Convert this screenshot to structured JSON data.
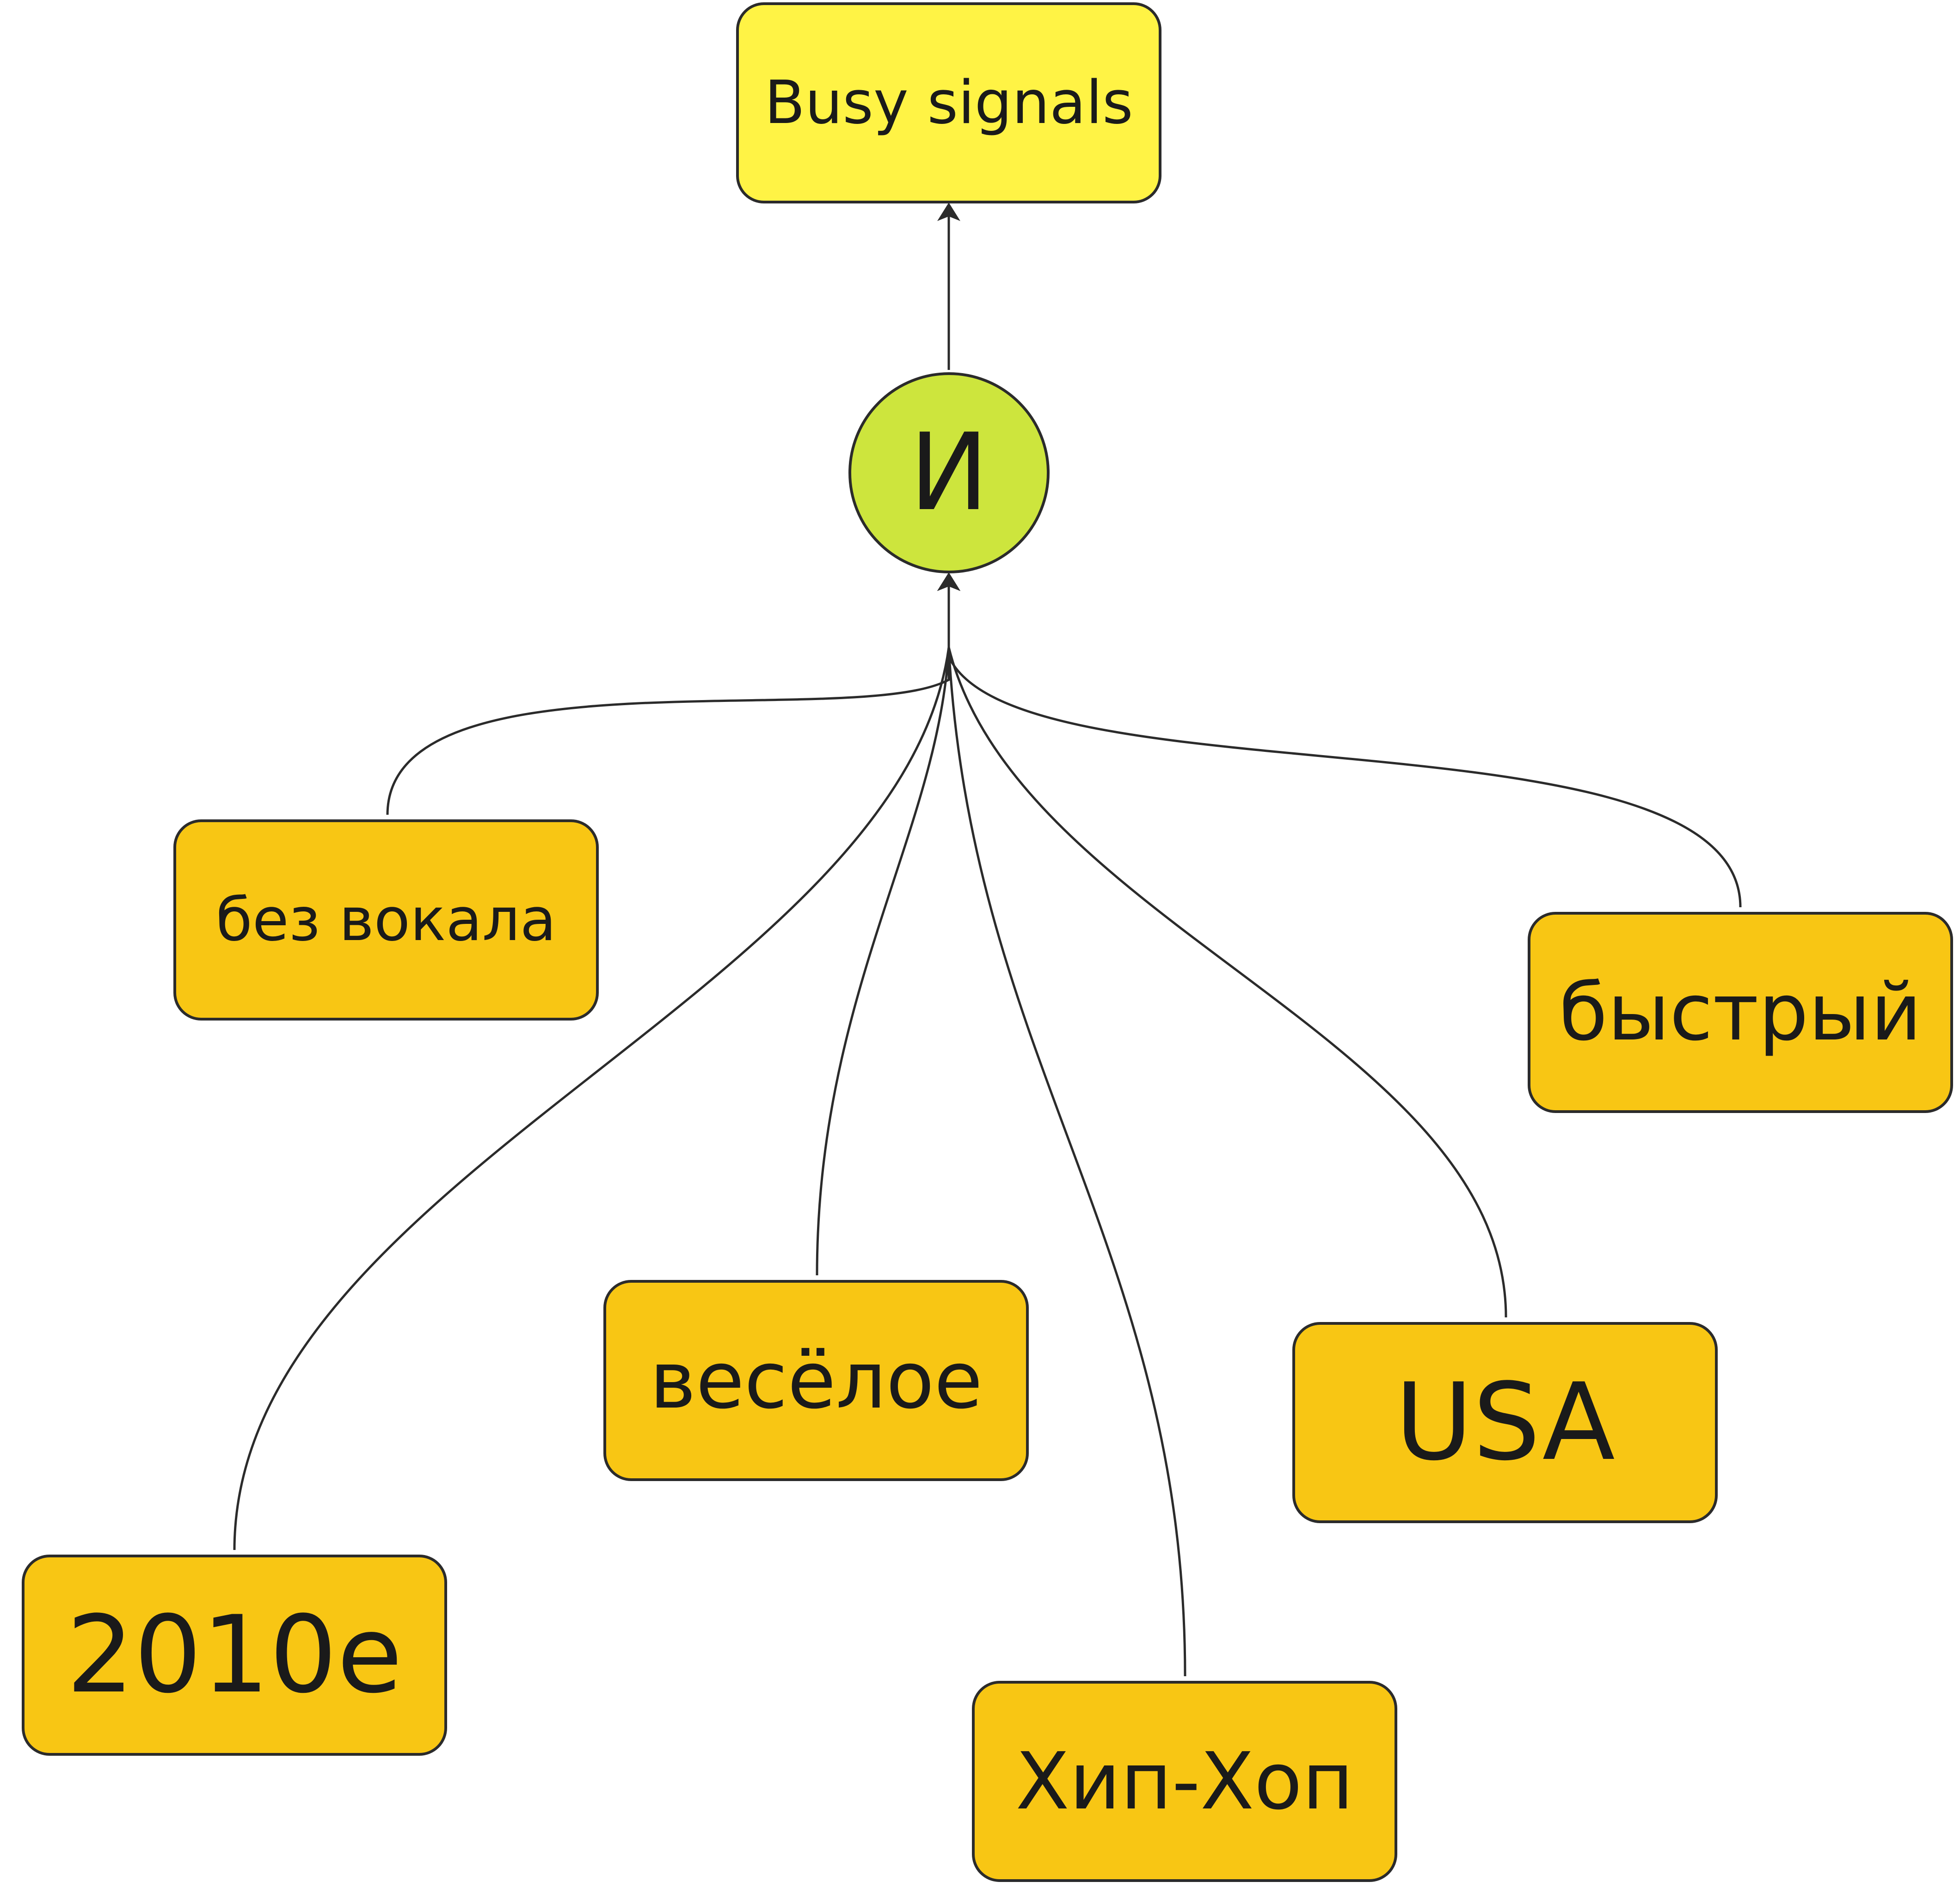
{
  "colors": {
    "goal": "#FFF345",
    "operator": "#CDE53D",
    "criterion": "#F8C614",
    "stroke": "#2b2b2b",
    "text": "#1a1a1a"
  },
  "goal": {
    "label": "Busy signals"
  },
  "operator": {
    "label": "И"
  },
  "criteria": [
    {
      "id": "no-vocals",
      "label": "без вокала"
    },
    {
      "id": "2010s",
      "label": "2010е"
    },
    {
      "id": "cheerful",
      "label": "весёлое"
    },
    {
      "id": "hip-hop",
      "label": "Хип-Хоп"
    },
    {
      "id": "usa",
      "label": "USA"
    },
    {
      "id": "fast",
      "label": "быстрый"
    }
  ]
}
